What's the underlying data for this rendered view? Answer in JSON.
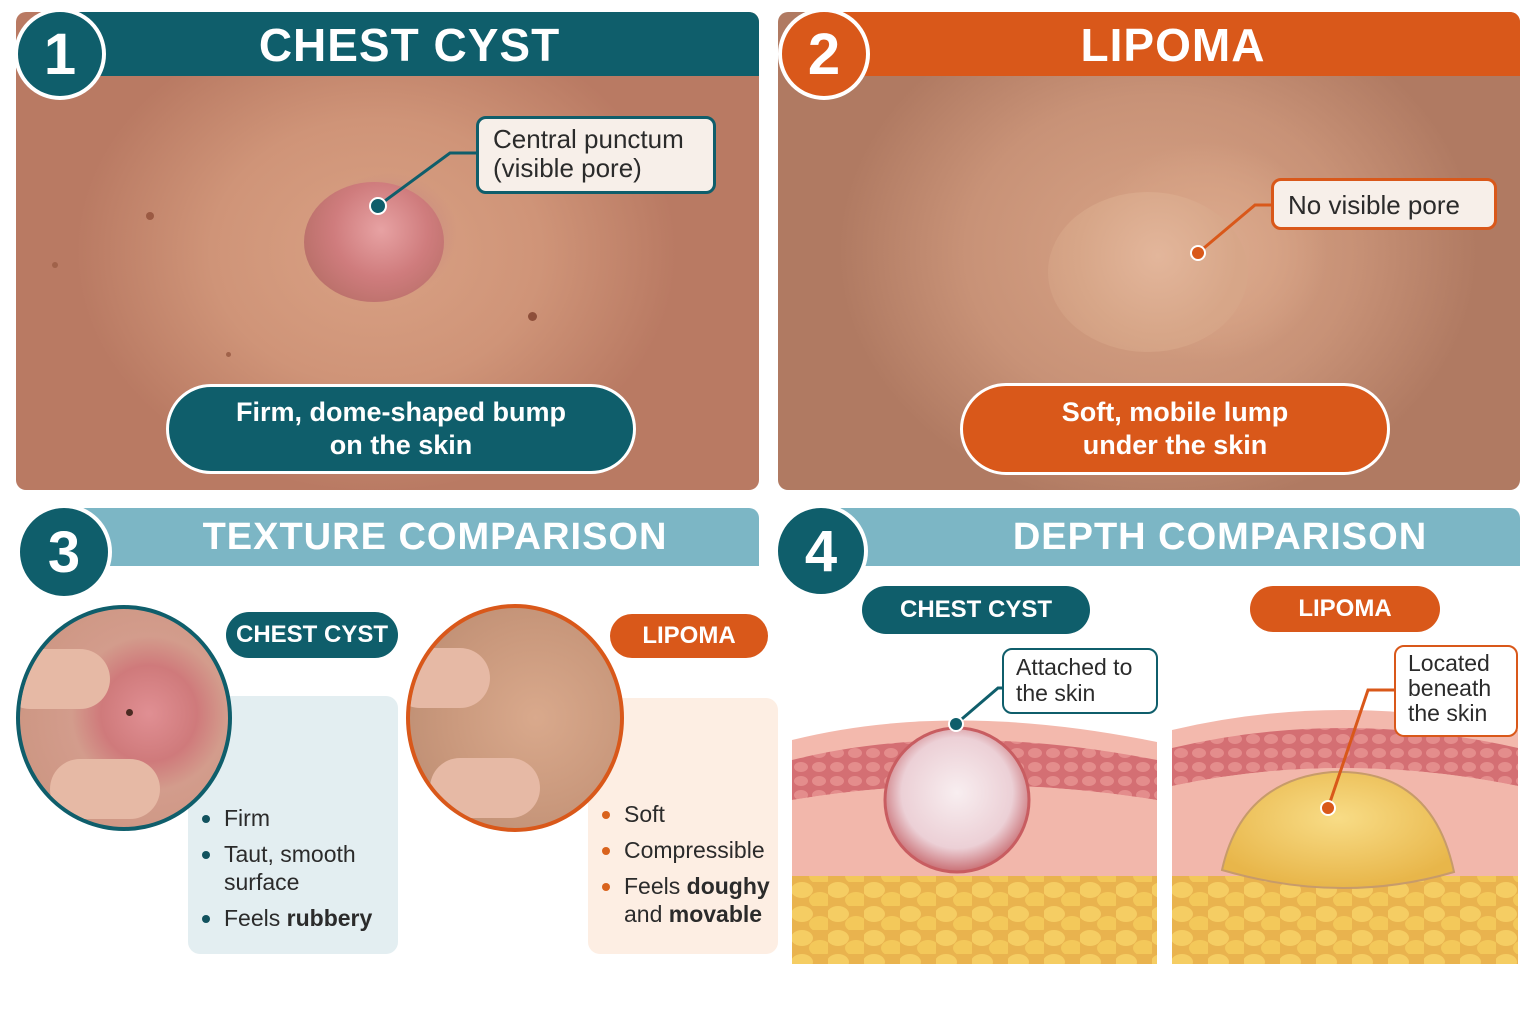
{
  "colors": {
    "teal": "#0f5e6b",
    "orange": "#d9581a",
    "light_teal": "#7cb6c5",
    "light_blue_box": "#e3eef1",
    "light_peach_box": "#fdeee3"
  },
  "panel1": {
    "number": "1",
    "title": "CHEST CYST",
    "callout_line1": "Central punctum",
    "callout_line2": "(visible pore)",
    "caption_line1": "Firm, dome-shaped bump",
    "caption_line2": "on the skin"
  },
  "panel2": {
    "number": "2",
    "title": "LIPOMA",
    "callout": "No visible pore",
    "caption_line1": "Soft, mobile lump",
    "caption_line2": "under the skin"
  },
  "panel3": {
    "number": "3",
    "title": "TEXTURE COMPARISON",
    "cyst": {
      "tag": "CHEST CYST",
      "b1": "Firm",
      "b2_line1": "Taut, smooth",
      "b2_line2": "surface",
      "b3_prefix": "Feels ",
      "b3_bold": "rubbery"
    },
    "lipoma": {
      "tag": "LIPOMA",
      "b1": "Soft",
      "b2": "Compressible",
      "b3_prefix": "Feels ",
      "b3_bold": "doughy",
      "b3_line2_prefix": "and ",
      "b3_line2_bold": "movable"
    }
  },
  "panel4": {
    "number": "4",
    "title": "DEPTH COMPARISON",
    "cyst": {
      "tag": "CHEST CYST",
      "callout_line1": "Attached to",
      "callout_line2": "the skin"
    },
    "lipoma": {
      "tag": "LIPOMA",
      "callout_line1": "Located",
      "callout_line2": "beneath",
      "callout_line3": "the skin"
    }
  }
}
